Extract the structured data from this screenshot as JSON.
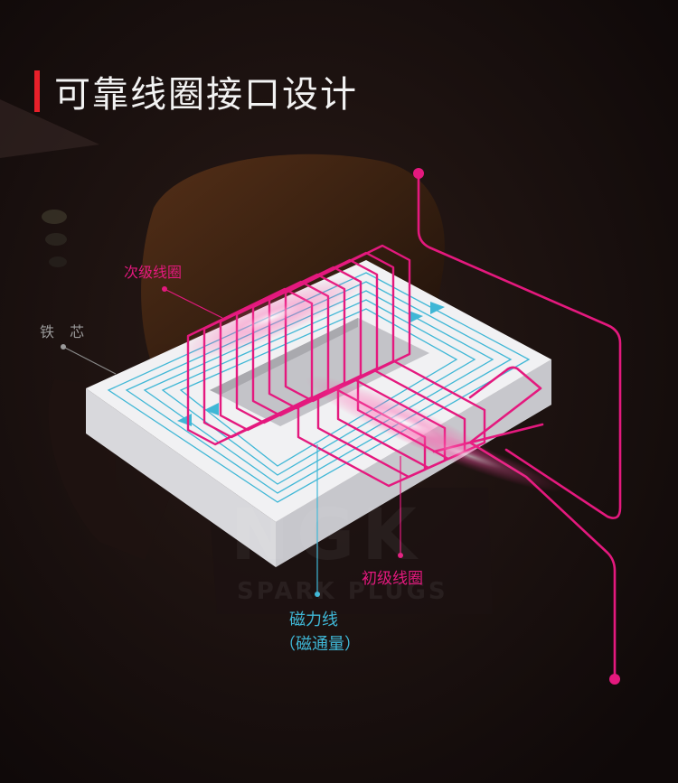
{
  "title": "可靠线圈接口设计",
  "labels": {
    "secondary_coil": "次级线圈",
    "iron_core": "铁 芯",
    "primary_coil": "初级线圈",
    "flux_line1": "磁力线",
    "flux_line2": "（磁通量）"
  },
  "watermark": {
    "brand": "NGK",
    "tagline": "SPARK PLUGS"
  },
  "colors": {
    "accent_red": "#e8202a",
    "coil_magenta": "#e4197e",
    "flux_cyan": "#3fb7d6",
    "label_gray": "#9a9a9a",
    "core_top": "#f1f1f3",
    "core_front": "#d9d9dd",
    "core_side": "#c6c6cb"
  }
}
